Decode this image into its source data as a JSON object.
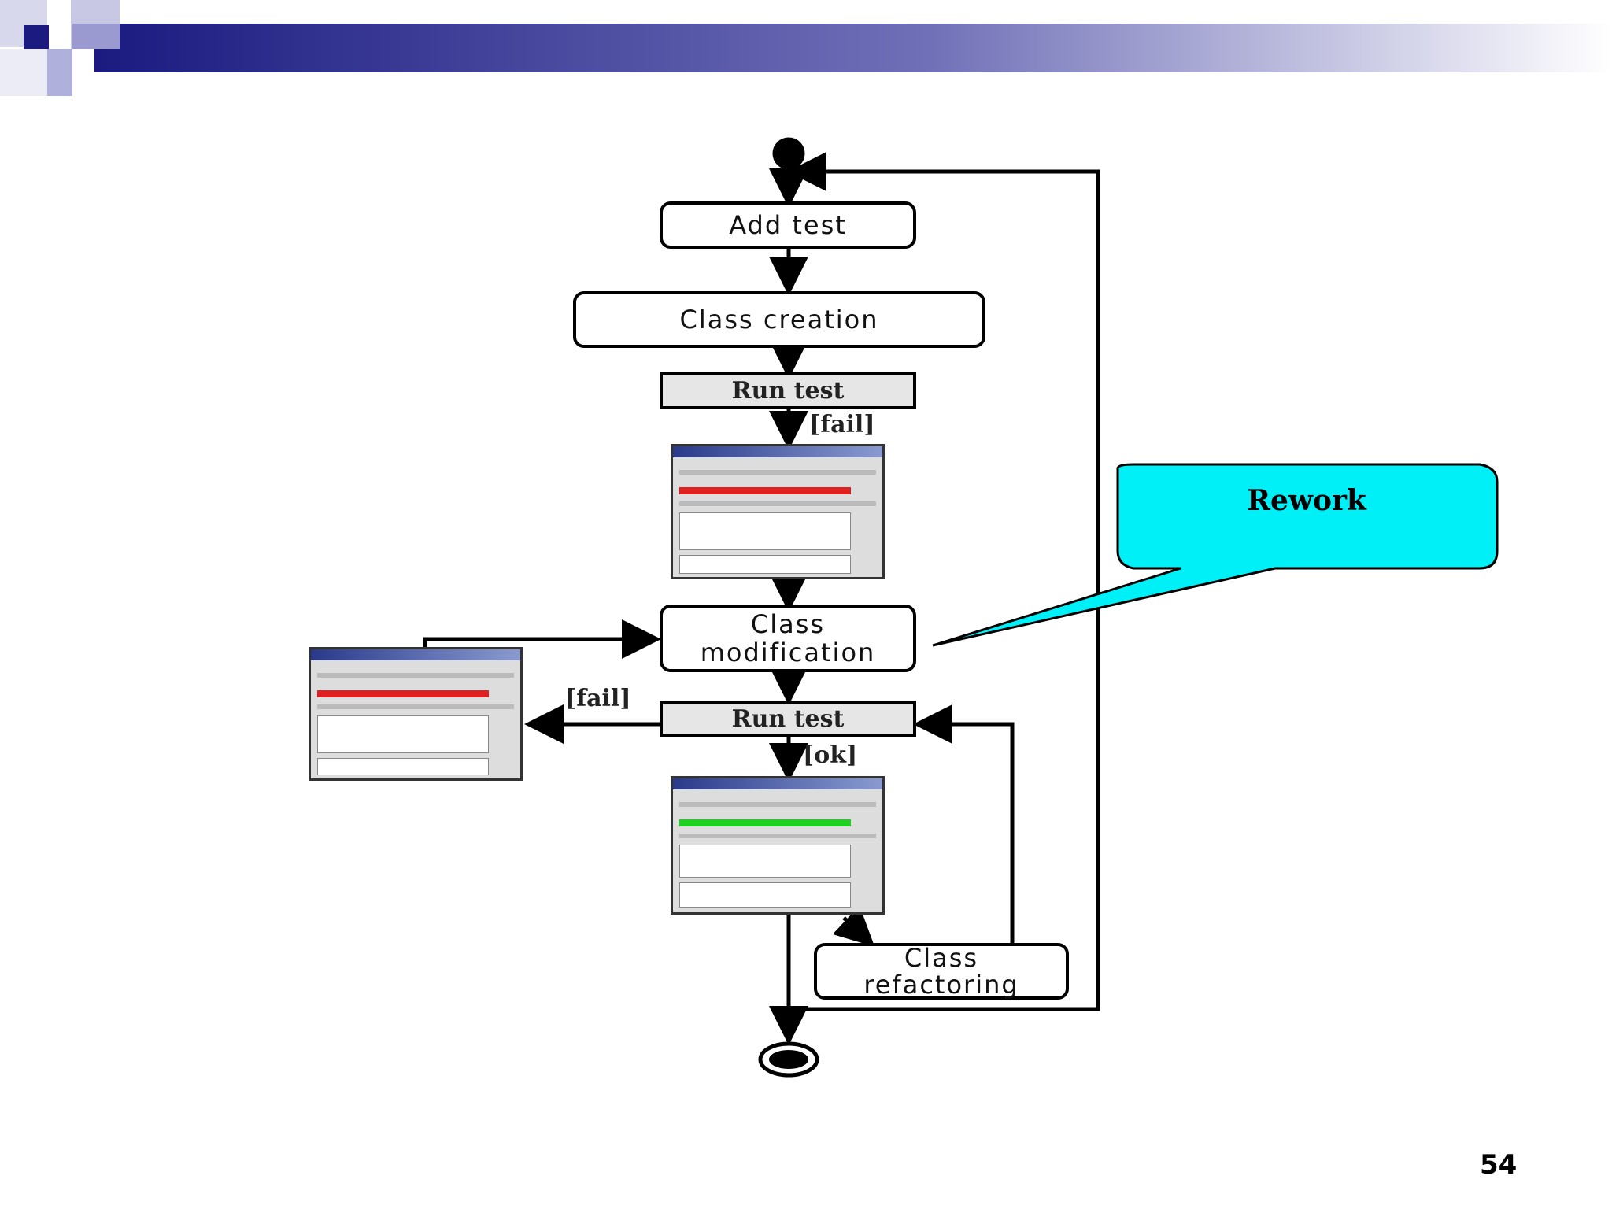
{
  "nodes": {
    "add_test": "Add test",
    "class_creation": "Class creation",
    "run_test_1": "Run test",
    "class_modification_line1": "Class",
    "class_modification_line2": "modification",
    "run_test_2": "Run test",
    "class_refactoring_line1": "Class",
    "class_refactoring_line2": "refactoring"
  },
  "guards": {
    "fail_1": "[fail]",
    "fail_2": "[fail]",
    "ok": "[ok]"
  },
  "callout": {
    "text": "Rework",
    "fill": "#00f0f8"
  },
  "screenshots": {
    "fail_bar_color": "#e02020",
    "ok_bar_color": "#20d020"
  },
  "header": {
    "accent_dark": "#1a1a80",
    "accent_light": "#b8b8e0"
  },
  "page_number": "54"
}
